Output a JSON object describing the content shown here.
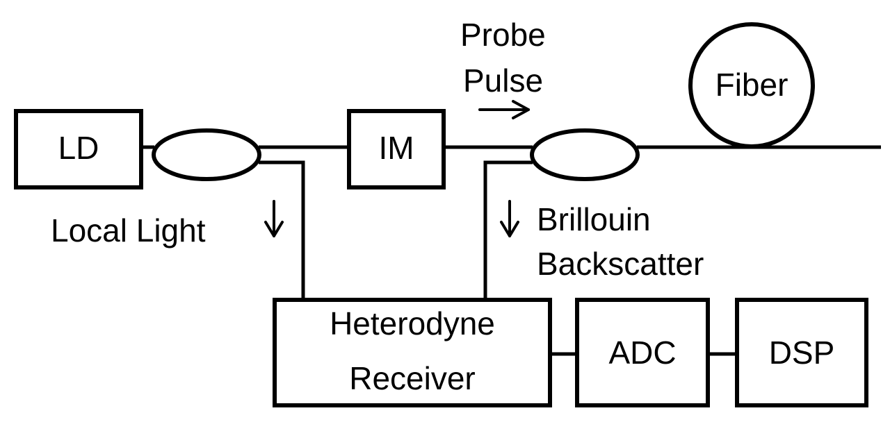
{
  "blocks": {
    "ld": "LD",
    "im": "IM",
    "fiber": "Fiber",
    "receiver_line1": "Heterodyne",
    "receiver_line2": "Receiver",
    "adc": "ADC",
    "dsp": "DSP"
  },
  "annotations": {
    "probe_line1": "Probe",
    "probe_line2": "Pulse",
    "local_light": "Local Light",
    "brillouin_line1": "Brillouin",
    "brillouin_line2": "Backscatter"
  },
  "colors": {
    "stroke": "#000000",
    "background": "#ffffff"
  }
}
